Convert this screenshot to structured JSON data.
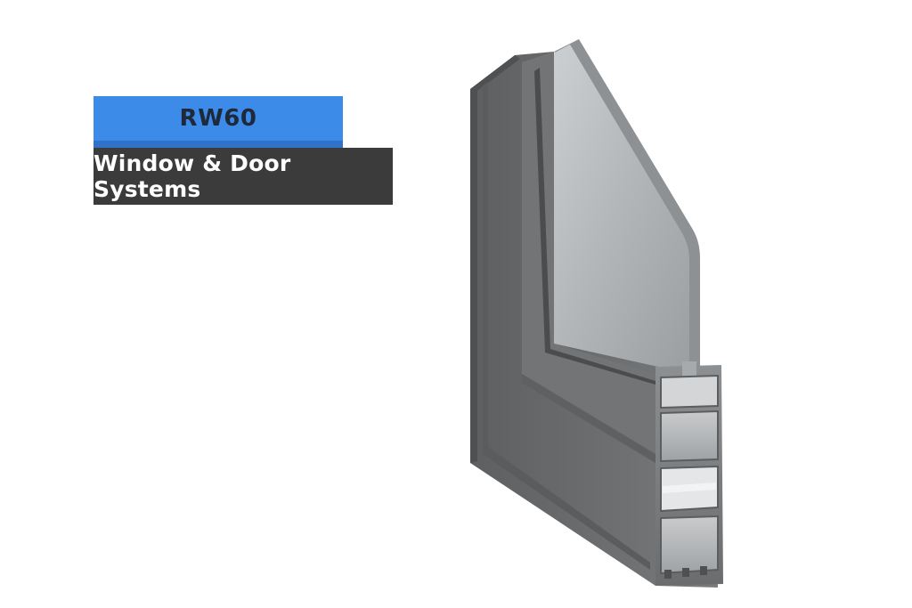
{
  "title_block": {
    "model": "RW60",
    "subtitle": "Window & Door Systems"
  },
  "image": {
    "subject": "aluminium-window-frame-profile-corner-section"
  },
  "colors": {
    "badge_blue": "#3d8be9",
    "label_dark": "#3b3b3b",
    "frame_gray": "#6e7072",
    "glass_gray": "#bfc2c5"
  }
}
